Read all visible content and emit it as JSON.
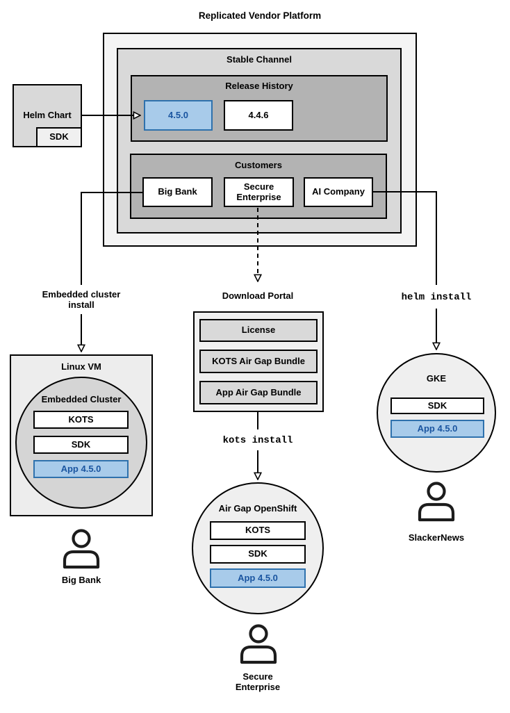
{
  "title": "Replicated Vendor Platform",
  "colors": {
    "highlight_fill": "#a8cbea",
    "highlight_border": "#2e71ad",
    "highlight_text": "#1a55a0",
    "gray_outer": "#f4f4f4",
    "gray_mid": "#d9d9d9",
    "gray_dark": "#b3b3b3"
  },
  "platform": {
    "stable_channel_label": "Stable Channel",
    "release_history": {
      "label": "Release History",
      "current_release": "4.5.0",
      "previous_release": "4.4.6"
    },
    "customers": {
      "label": "Customers",
      "big_bank": "Big Bank",
      "secure_enterprise": "Secure Enterprise",
      "ai_company": "AI Company"
    }
  },
  "helm_chart": {
    "label": "Helm Chart",
    "sdk": "SDK"
  },
  "download_portal": {
    "label": "Download Portal",
    "items": [
      "License",
      "KOTS Air Gap Bundle",
      "App Air Gap Bundle"
    ]
  },
  "edges": {
    "embedded_cluster_install": "Embedded cluster install",
    "kots_install": "kots install",
    "helm_install": "helm install"
  },
  "linux_vm": {
    "label": "Linux VM",
    "embedded_cluster_label": "Embedded Cluster",
    "kots": "KOTS",
    "sdk": "SDK",
    "app": "App 4.5.0"
  },
  "air_gap_openshift": {
    "label": "Air Gap OpenShift",
    "kots": "KOTS",
    "sdk": "SDK",
    "app": "App 4.5.0"
  },
  "gke": {
    "label": "GKE",
    "sdk": "SDK",
    "app": "App 4.5.0"
  },
  "users": {
    "big_bank": "Big Bank",
    "secure_enterprise": "Secure Enterprise",
    "slackernews": "SlackerNews"
  }
}
